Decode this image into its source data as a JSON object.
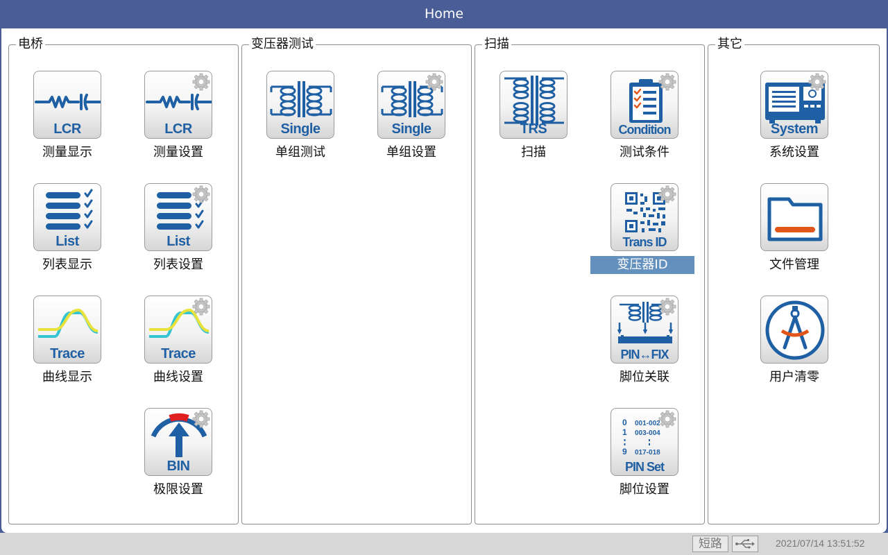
{
  "window": {
    "title": "Home"
  },
  "groups": {
    "bridge": {
      "title": "电桥",
      "tiles": {
        "lcr_display": {
          "tag": "LCR",
          "label": "测量显示"
        },
        "lcr_setup": {
          "tag": "LCR",
          "label": "测量设置"
        },
        "list_display": {
          "tag": "List",
          "label": "列表显示"
        },
        "list_setup": {
          "tag": "List",
          "label": "列表设置"
        },
        "trace_display": {
          "tag": "Trace",
          "label": "曲线显示"
        },
        "trace_setup": {
          "tag": "Trace",
          "label": "曲线设置"
        },
        "bin_setup": {
          "tag": "BIN",
          "label": "极限设置"
        }
      }
    },
    "transformer": {
      "title": "变压器测试",
      "tiles": {
        "single_test": {
          "tag": "Single",
          "label": "单组测试"
        },
        "single_setup": {
          "tag": "Single",
          "label": "单组设置"
        }
      }
    },
    "scan": {
      "title": "扫描",
      "tiles": {
        "trs_scan": {
          "tag": "TRS",
          "label": "扫描"
        },
        "condition": {
          "tag": "Condition",
          "label": "测试条件"
        },
        "trans_id": {
          "tag": "Trans ID",
          "label": "变压器ID"
        },
        "pin_fix": {
          "tag": "PIN↔FIX",
          "label": "脚位关联"
        },
        "pin_set": {
          "tag": "PIN Set",
          "label": "脚位设置",
          "rows": [
            "0",
            "1",
            "9"
          ],
          "pairs": [
            "001-002",
            "003-004",
            "017-018"
          ]
        }
      }
    },
    "other": {
      "title": "其它",
      "tiles": {
        "system": {
          "tag": "System",
          "label": "系统设置"
        },
        "file_mgmt": {
          "label": "文件管理"
        },
        "user_zero": {
          "label": "用户清零"
        }
      }
    }
  },
  "statusbar": {
    "short_label": "短路",
    "datetime": "2021/07/14 13:51:52"
  },
  "colors": {
    "titlebar": "#4a5d96",
    "icon_blue": "#1f5fa3",
    "selected_label_bg": "#6490bd",
    "orange": "#e0561b",
    "bin_red": "#e02020",
    "trace_cyan": "#35c4d4",
    "trace_yellow": "#e8e23a"
  },
  "icons": {
    "settings_badge": "gear-icon",
    "lcr": "rc-component-icon",
    "list": "checklist-icon",
    "trace": "curve-icon",
    "bin": "gauge-icon",
    "single": "transformer-icon",
    "trs": "dual-transformer-icon",
    "condition": "clipboard-checklist-icon",
    "trans_id": "qr-code-icon",
    "pin_fix": "pin-fixture-icon",
    "pin_set": "pin-table-icon",
    "system": "instrument-icon",
    "file": "folder-icon",
    "user_zero": "compass-icon"
  }
}
